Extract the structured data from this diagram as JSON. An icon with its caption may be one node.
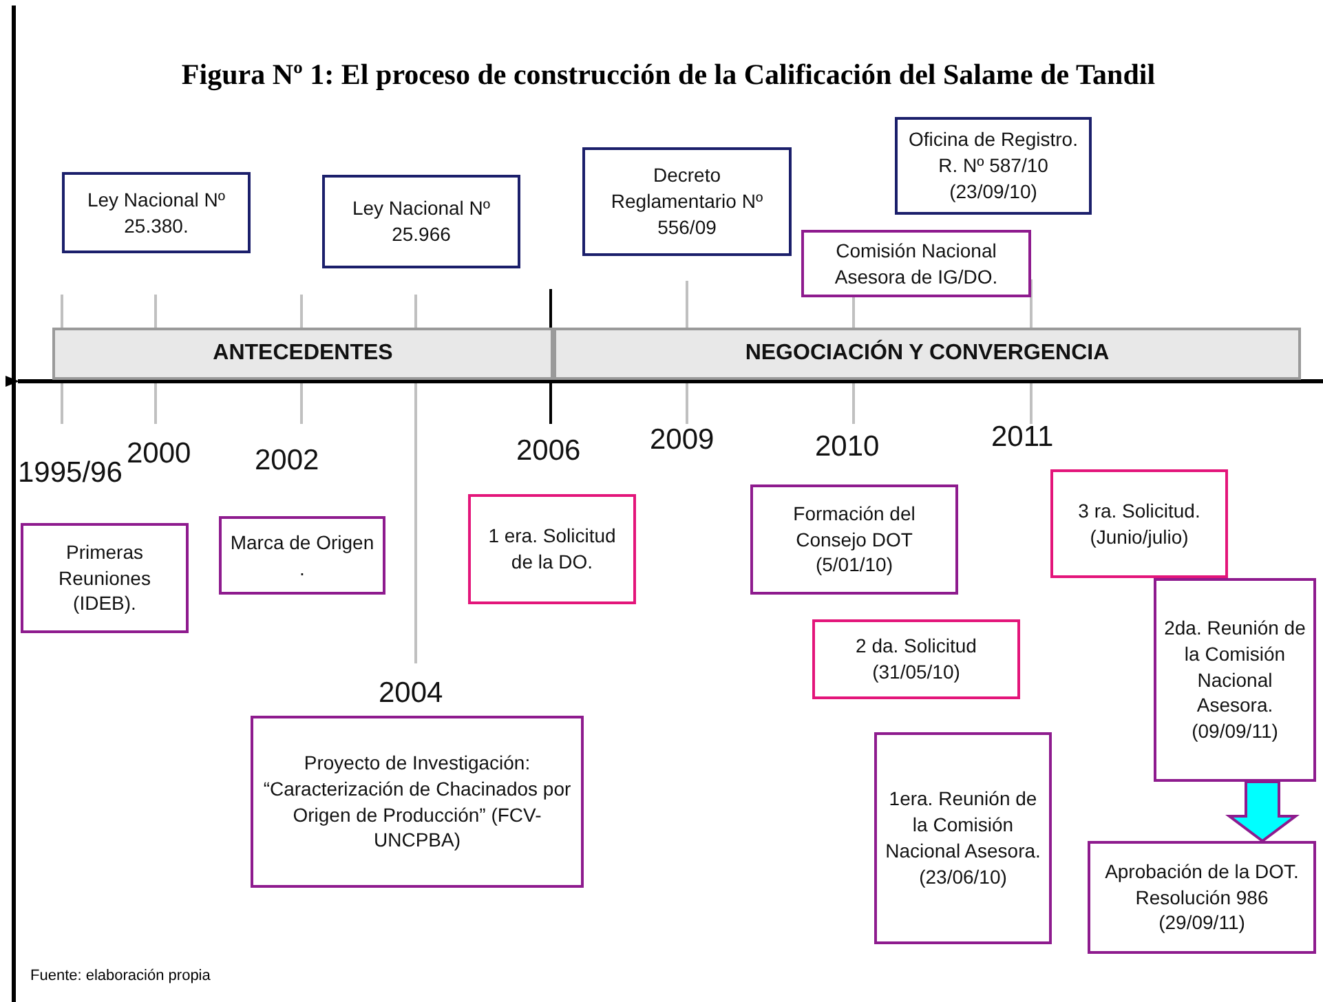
{
  "diagram": {
    "title": "Figura Nº 1: El proceso de construcción de la Calificación del Salame de Tandil",
    "nodes": [
      {
        "text": [
          "Ley Nacional Nº 25.380."
        ]
      },
      {
        "text": [
          "Ley Nacional Nº 25.966"
        ]
      },
      {
        "text": [
          "Decreto Reglamentario Nº 556/09"
        ]
      },
      {
        "text": [
          "Oficina de Registro. R. Nº 587/10 (23/09/10)"
        ]
      },
      {
        "text": [
          "Comisión Nacional Asesora de IG/DO."
        ]
      },
      {
        "text": [
          "ANTECEDENTES"
        ]
      },
      {
        "text": [
          "NEGOCIACIÓN Y CONVERGENCIA"
        ]
      },
      {
        "text": [
          "Primeras Reuniones (IDEB)."
        ]
      },
      {
        "text": [
          "Marca de Origen ."
        ]
      },
      {
        "text": [
          "1 era. Solicitud de la DO."
        ]
      },
      {
        "text": [
          "Formación del Consejo DOT (5/01/10)"
        ]
      },
      {
        "text": [
          "3 ra. Solicitud. (Junio/julio)"
        ]
      },
      {
        "text": [
          "2 da. Solicitud (31/05/10)"
        ]
      },
      {
        "text": [
          "2da. Reunión de la Comisión Nacional Asesora. (09/09/11)"
        ]
      },
      {
        "text": [
          "Proyecto de Investigación: “Caracterización de Chacinados por Origen de Producción” (FCV-UNCPBA)"
        ]
      },
      {
        "text": [
          "1era. Reunión de la Comisión Nacional Asesora. (23/06/10)"
        ]
      },
      {
        "text": [
          "Aprobación de la DOT. Resolución 986 (29/09/11)"
        ]
      }
    ],
    "edges": [
      {
        "from": 13,
        "to": 16,
        "arrow": "to",
        "style": "thick",
        "color": "#00ffff"
      }
    ],
    "labels": [
      "1995/96",
      "2000",
      "2002",
      "2006",
      "2009",
      "2010",
      "2011",
      "2004",
      "Fuente: elaboración propia"
    ]
  }
}
